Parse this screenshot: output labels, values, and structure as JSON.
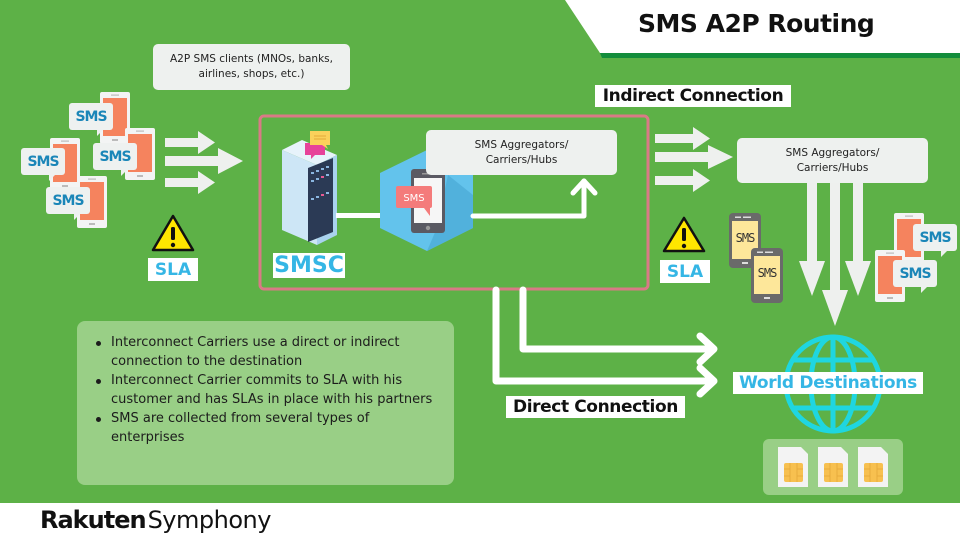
{
  "title": "SMS A2P Routing",
  "colors": {
    "background_green": "#5db147",
    "title_accent_green": "#138d3c",
    "light_green": "#99cf86",
    "smsc_border": "#d97a86",
    "sla_blue": "#35b6e5",
    "globe_cyan": "#1fd6e0",
    "phone_orange": "#f5835e",
    "warning_yellow": "#ffe600"
  },
  "clients": {
    "caption": "A2P SMS clients (MNOs, banks, airlines, shops, etc.)",
    "bubble_label": "SMS",
    "count": 4
  },
  "sla_labels": [
    "SLA",
    "SLA"
  ],
  "smsc": {
    "label": "SMSC",
    "phone_bubble": "SMS",
    "inner_aggregator": "SMS Aggregators/ Carriers/Hubs"
  },
  "indirect": {
    "label": "Indirect Connection",
    "aggregator": "SMS Aggregators/ Carriers/Hubs",
    "yellow_phone_label": "SMS",
    "orange_bubble_label": "SMS"
  },
  "direct": {
    "label": "Direct Connection"
  },
  "destination": {
    "label": "World Destinations",
    "sim_cards": 3
  },
  "bullets": [
    "Interconnect Carriers use a direct or indirect connection to the destination",
    "Interconnect Carrier commits to SLA with his customer and has SLAs in place with his partners",
    "SMS are collected from several types of enterprises"
  ],
  "footer": {
    "brand_bold": "Rakuten",
    "brand_regular": "Symphony"
  }
}
